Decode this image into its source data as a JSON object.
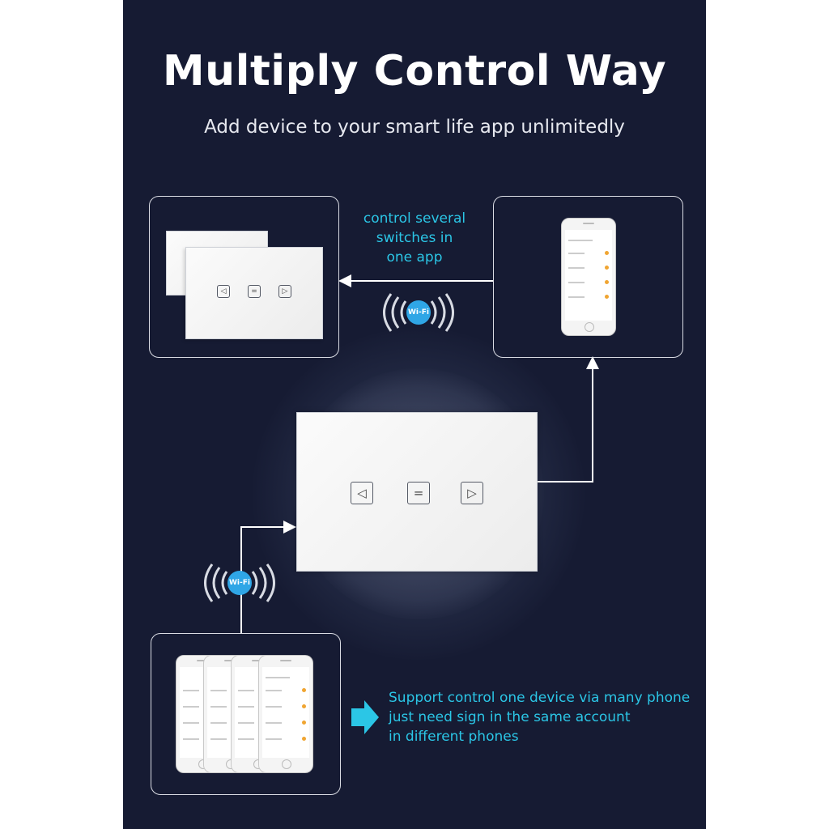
{
  "heading": {
    "title": "Multiply Control Way",
    "subtitle": "Add device to your smart life app unlimitedly"
  },
  "annotations": {
    "control_several_line1": "control several",
    "control_several_line2": "switches in",
    "control_several_line3": "one app",
    "support_line1": "Support control one device via many phone",
    "support_line2": "just need sign in the same account",
    "support_line3": "in different phones"
  },
  "wifi": {
    "label": "Wi-Fi"
  },
  "switch_buttons": {
    "left": "◁",
    "middle": "=",
    "right": "▷"
  },
  "colors": {
    "background": "#161b33",
    "accent_cyan": "#2bc6e6",
    "wifi_blue": "#2fa6e6"
  },
  "icons": [
    "wifi-icon",
    "arrow-left-icon",
    "arrow-up-icon",
    "arrow-right-icon",
    "cyan-arrow-icon"
  ]
}
